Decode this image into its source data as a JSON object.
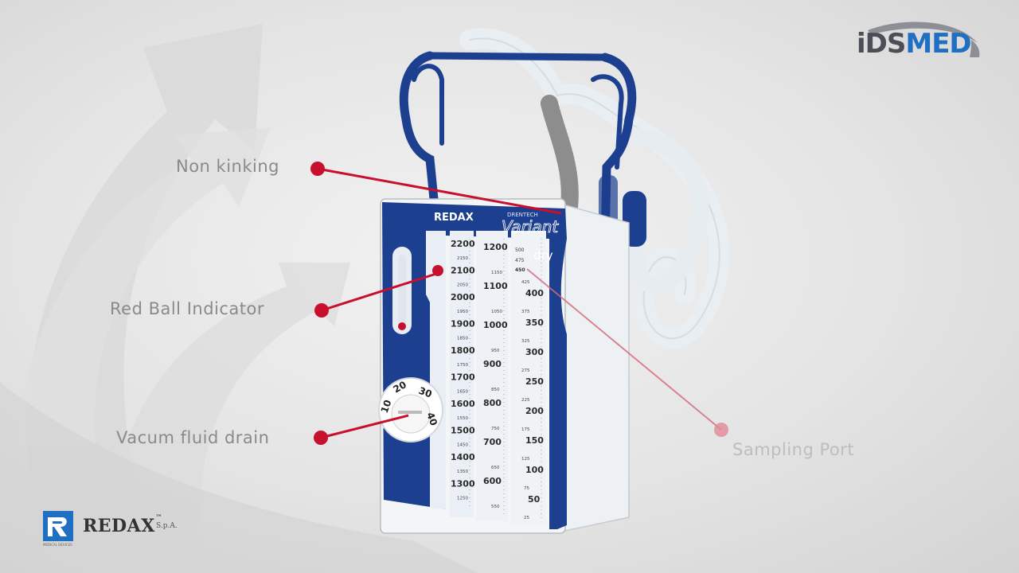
{
  "callouts": {
    "non_kinking": "Non kinking",
    "red_ball": "Red Ball Indicator",
    "vacuum_drain": "Vacum fluid drain",
    "sampling_port": "Sampling Port"
  },
  "brand": {
    "ids_part1": "iDS",
    "ids_part2": "MED",
    "redax_name": "REDAX",
    "redax_tm": "™",
    "redax_suffix": "S.p.A.",
    "redax_tagline": "MEDICAL DEVICES"
  },
  "device": {
    "brand_label": "REDAX",
    "product_top": "DRENTECH",
    "product_script": "Variant",
    "dry_label": "dry",
    "dial_numbers": [
      "10",
      "20",
      "30",
      "40"
    ],
    "scale1_major": [
      "2200",
      "2100",
      "2000",
      "1900",
      "1800",
      "1700",
      "1600",
      "1500",
      "1400",
      "1300"
    ],
    "scale1_minor": [
      "2150",
      "2050",
      "1950",
      "1850",
      "1750",
      "1650",
      "1550",
      "1450",
      "1350",
      "1250"
    ],
    "scale2_major": [
      "1200",
      "1100",
      "1000",
      "900",
      "800",
      "700",
      "600"
    ],
    "scale2_minor": [
      "1150",
      "1050",
      "950",
      "850",
      "750",
      "650",
      "550"
    ],
    "scale3_major": [
      "500",
      "475",
      "450",
      "400",
      "350",
      "300",
      "250",
      "200",
      "150",
      "100",
      "50"
    ],
    "scale3_minor": [
      "425",
      "375",
      "325",
      "275",
      "225",
      "175",
      "125",
      "75",
      "25"
    ]
  },
  "colors": {
    "accent_red": "#c8102e",
    "device_blue": "#1d3f8f",
    "ids_blue": "#1f6fc2"
  }
}
